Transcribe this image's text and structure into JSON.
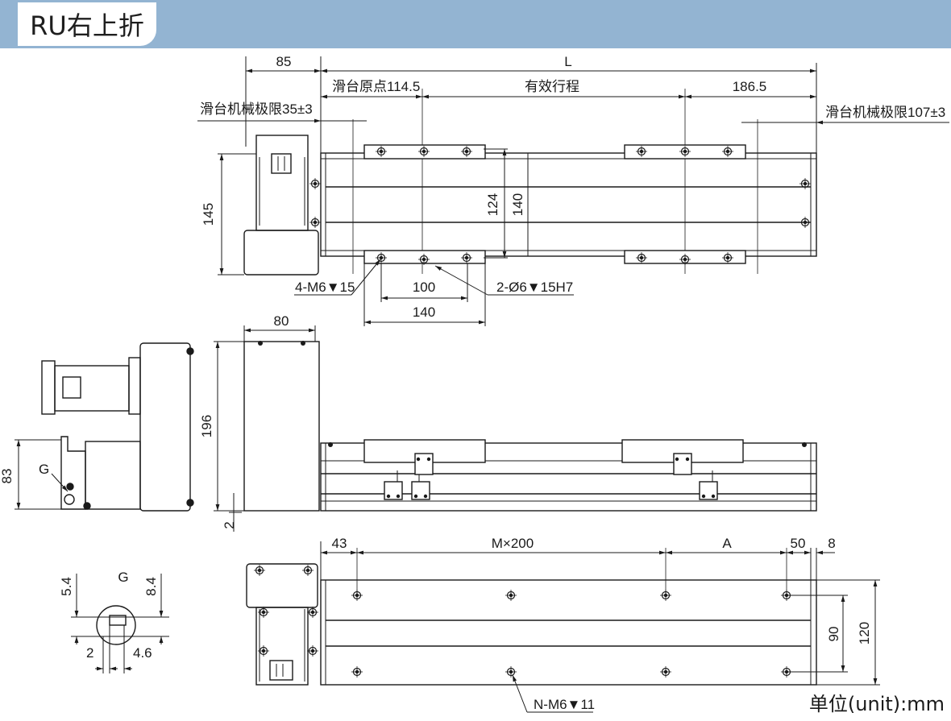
{
  "header": {
    "title": "RU右上折"
  },
  "drawing": {
    "top_view": {
      "dim_motor": "85",
      "dim_total": "L",
      "origin": "滑台原点114.5",
      "stroke": "有效行程",
      "end_offset": "186.5",
      "limit_left": "滑台机械极限35±3",
      "limit_right": "滑台机械极限107±3",
      "height_motor": "145",
      "rail_inner": "124",
      "rail_outer": "140",
      "holes_m6": "4-M6▼15",
      "holes_pin": "2-Ø6▼15H7",
      "pitch_inner": "100",
      "pitch_outer": "140"
    },
    "side_view": {
      "motor_width": "80",
      "height": "196",
      "offset": "83",
      "g_label": "G",
      "base": "2"
    },
    "detail_g": {
      "label": "G",
      "dim_left": "5.4",
      "dim_right": "8.4",
      "dim_bottom_left": "2",
      "dim_bottom_right": "4.6"
    },
    "bottom_view": {
      "dim_start": "43",
      "pitch": "M×200",
      "dim_a": "A",
      "dim_end": "50",
      "dim_edge": "8",
      "inner_width": "90",
      "outer_width": "120",
      "holes": "N-M6▼11"
    },
    "unit_label": "单位(unit):mm"
  }
}
